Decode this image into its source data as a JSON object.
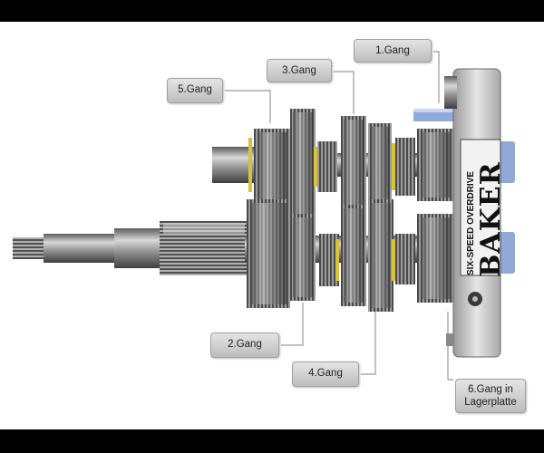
{
  "labels": {
    "gear1": "1.Gang",
    "gear2": "2.Gang",
    "gear3": "3.Gang",
    "gear4": "4.Gang",
    "gear5": "5.Gang",
    "gear6_line1": "6.Gang in",
    "gear6_line2": "Lagerplatte"
  },
  "plate_text": {
    "brand": "BAKER",
    "model": "SIX-SPEED OVERDRIVE"
  },
  "colors": {
    "background": "#ffffff",
    "frame": "#000000",
    "callout_fill": "#d4d4d4",
    "leader_line": "#9a9a9a",
    "accent_blue": "#8fa9d8",
    "bearing_yellow": "#d8c23a"
  }
}
